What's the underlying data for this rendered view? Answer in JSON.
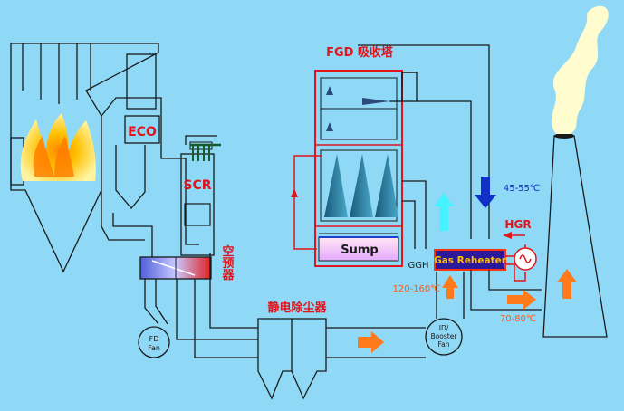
{
  "labels": {
    "fgd_title": "FGD 吸收塔",
    "eco": "ECO",
    "scr": "SCR",
    "air_preheater": "空预器",
    "esp": "静电除尘器",
    "sump": "Sump",
    "ggh": "GGH",
    "gas_reheater": "Gas Reheater",
    "hgr": "HGR",
    "temp_clean": "45-55℃",
    "temp_ggh_in": "120-160℃",
    "temp_stack": "70-80℃",
    "fd_fan": [
      "FD",
      "Fan"
    ],
    "booster_fan": [
      "ID/",
      "Booster",
      "Fan"
    ]
  },
  "colors": {
    "background": "#8fd9f6",
    "line": "#1a1a1a",
    "red": "#e0141c",
    "orange_arrow": "#ff7a1a",
    "cyan_arrow": "#47f2ff",
    "blue_arrow": "#1030c8",
    "heater_fill": "#2a1a9a",
    "heater_text": "#ffbe00",
    "temp_blue": "#1030c0",
    "temp_orange": "#ff5a10",
    "flame": "#ffb800",
    "smoke": "#fffdd0"
  },
  "icons": {
    "flame": "flame-icon",
    "smoke": "smoke-plume-icon",
    "heater": "heater-circle-icon",
    "fan": "fan-icon",
    "flow_arrow": "flow-arrow-icon"
  }
}
